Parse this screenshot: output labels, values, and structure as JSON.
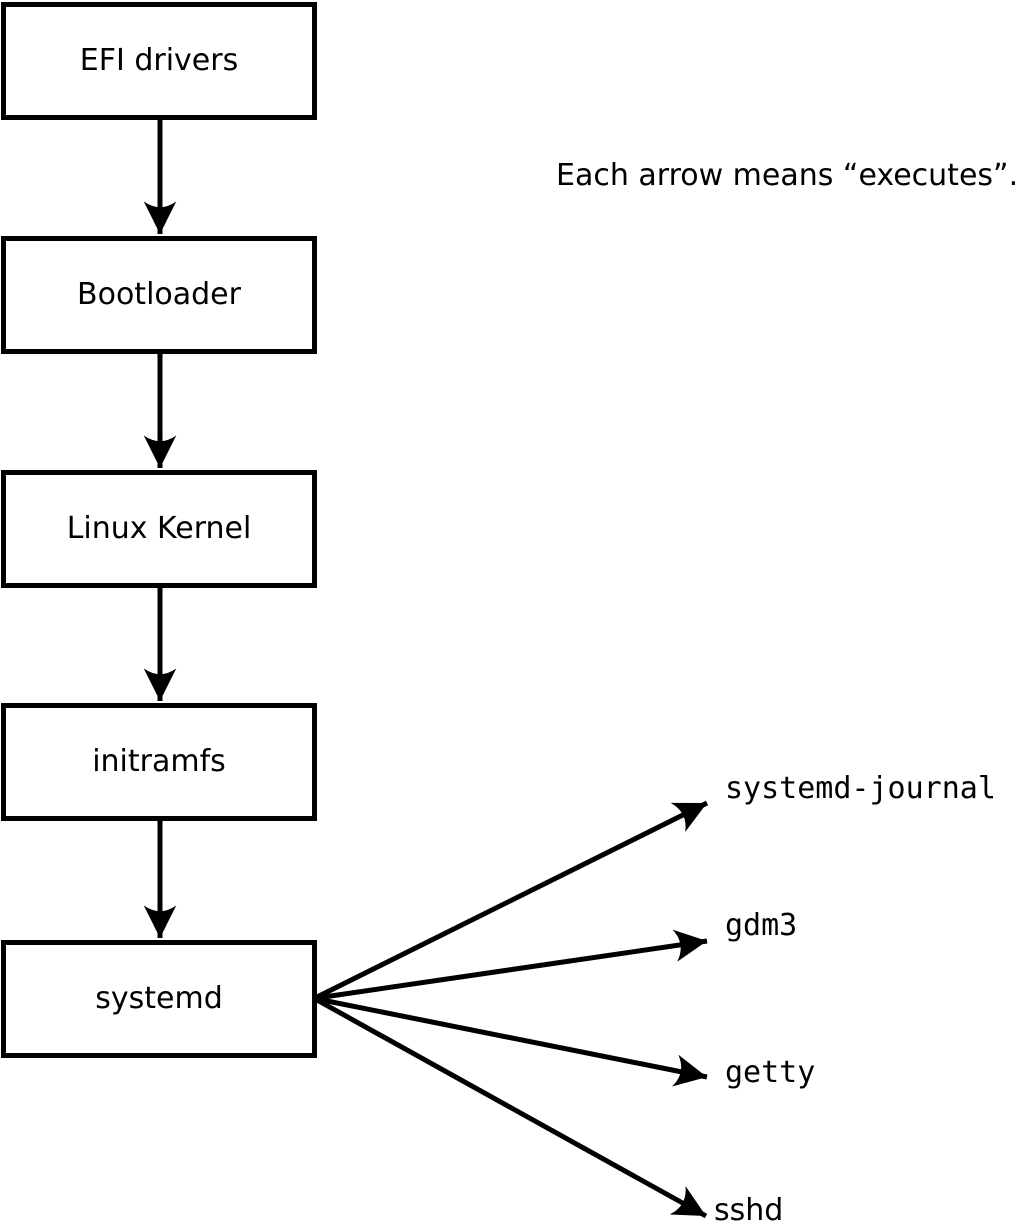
{
  "diagram": {
    "annotation": "Each arrow means “executes”.",
    "boot_chain": [
      {
        "id": "efi-drivers",
        "label": "EFI drivers"
      },
      {
        "id": "bootloader",
        "label": "Bootloader"
      },
      {
        "id": "linux-kernel",
        "label": "Linux Kernel"
      },
      {
        "id": "initramfs",
        "label": "initramfs"
      },
      {
        "id": "systemd",
        "label": "systemd"
      }
    ],
    "systemd_children": [
      {
        "id": "systemd-journal",
        "label": "systemd-journal"
      },
      {
        "id": "gdm3",
        "label": "gdm3"
      },
      {
        "id": "getty",
        "label": "getty"
      },
      {
        "id": "sshd",
        "label": "sshd"
      }
    ],
    "colors": {
      "stroke": "#000000",
      "background": "#ffffff",
      "box_fill": "#ffffff",
      "text": "#000000"
    }
  }
}
